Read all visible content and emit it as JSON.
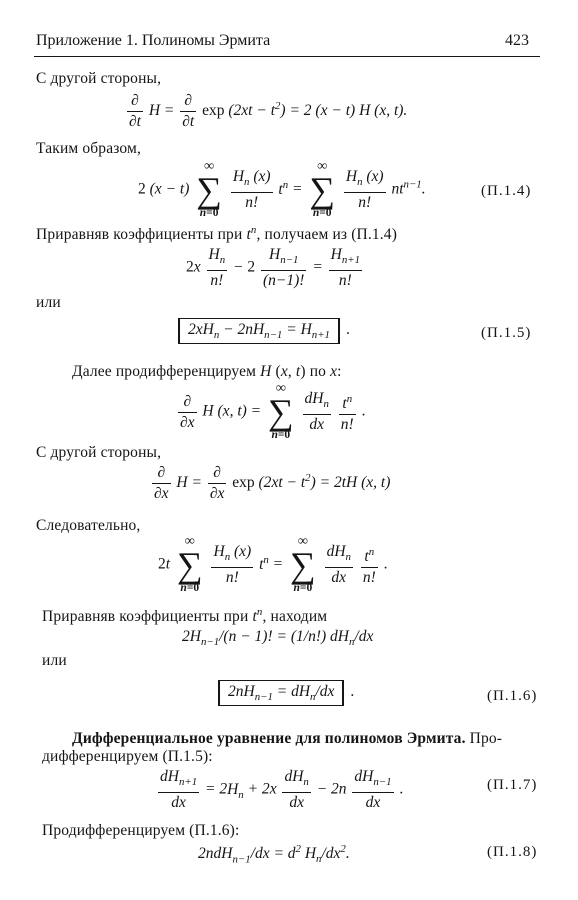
{
  "header": {
    "title": "Приложение 1. Полиномы Эрмита",
    "page_number": "423"
  },
  "text": {
    "other_side_1": "С другой стороны,",
    "thus": "Таким образом,",
    "equate_1": "Приравняв коэффициенты при",
    "equate_1_tail": ", получаем из (П.1.4)",
    "or_1": "или",
    "next": "Далее продифференцируем",
    "next_tail": "по",
    "other_side_2": "С другой стороны,",
    "hence": "Следовательно,",
    "equate_2": "Приравняв коэффициенты при",
    "equate_2_tail": ", находим",
    "or_2": "или",
    "section_title": "Дифференциальное уравнение для полиномов Эрмита.",
    "section_text_1": "Про-",
    "section_text_2": "дифференцируем (П.1.5):",
    "diff_16": "Продифференцируем (П.1.6):"
  },
  "equations": {
    "eq_14": "(П.1.4)",
    "eq_15": "(П.1.5)",
    "eq_16": "(П.1.6)",
    "eq_17": "(П.1.7)",
    "eq_18": "(П.1.8)"
  }
}
